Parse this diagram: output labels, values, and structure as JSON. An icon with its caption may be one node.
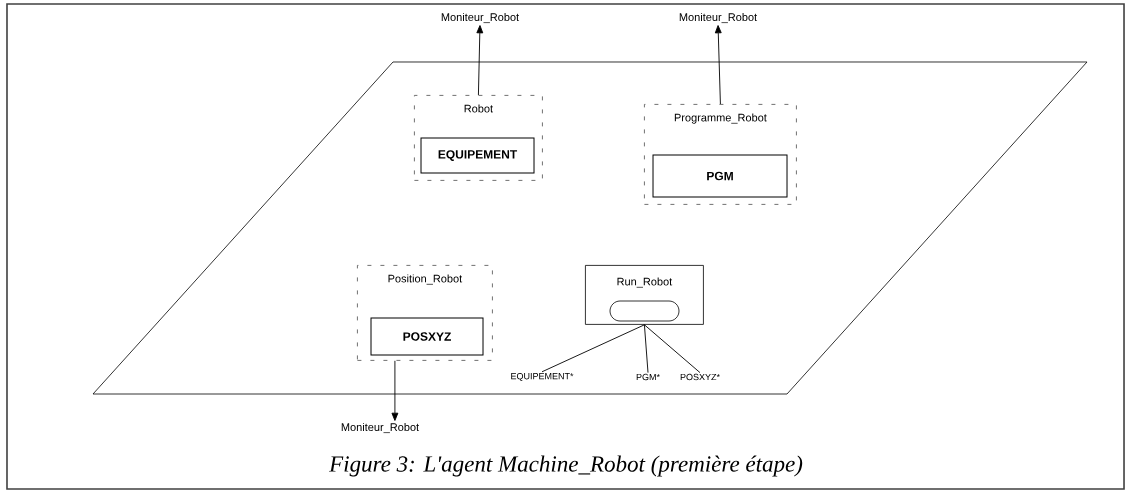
{
  "diagram": {
    "caption": "Figure 3: L'agent Machine_Robot (première étape)",
    "nodes": [
      {
        "text": [],
        "shape": "parallelogram"
      },
      {
        "text": [
          "Robot"
        ],
        "in": 0
      },
      {
        "text": [
          "EQUIPEMENT"
        ],
        "in": 1
      },
      {
        "text": [
          "Programme_Robot"
        ],
        "in": 0
      },
      {
        "text": [
          "PGM"
        ],
        "in": 3
      },
      {
        "text": [
          "Position_Robot"
        ],
        "in": 0
      },
      {
        "text": [
          "POSXYZ"
        ],
        "in": 5
      },
      {
        "text": [
          "Run_Robot"
        ],
        "in": 0
      },
      {
        "text": [],
        "shape": "capsule",
        "in": 7
      },
      {
        "text": [
          "Moniteur_Robot"
        ]
      },
      {
        "text": [
          "Moniteur_Robot"
        ]
      },
      {
        "text": [
          "Moniteur_Robot"
        ]
      },
      {
        "text": [
          "EQUIPEMENT*"
        ],
        "in": 0
      },
      {
        "text": [
          "PGM*"
        ],
        "in": 0
      },
      {
        "text": [
          "POSXYZ*"
        ],
        "in": 0
      }
    ],
    "edges": [
      {
        "from": 1,
        "to": 9,
        "arrow": "to"
      },
      {
        "from": 3,
        "to": 10,
        "arrow": "to"
      },
      {
        "from": 5,
        "to": 11,
        "arrow": "to"
      },
      {
        "from": 7,
        "to": 12,
        "arrow": "none"
      },
      {
        "from": 7,
        "to": 13,
        "arrow": "none"
      },
      {
        "from": 7,
        "to": 14,
        "arrow": "none"
      }
    ]
  }
}
